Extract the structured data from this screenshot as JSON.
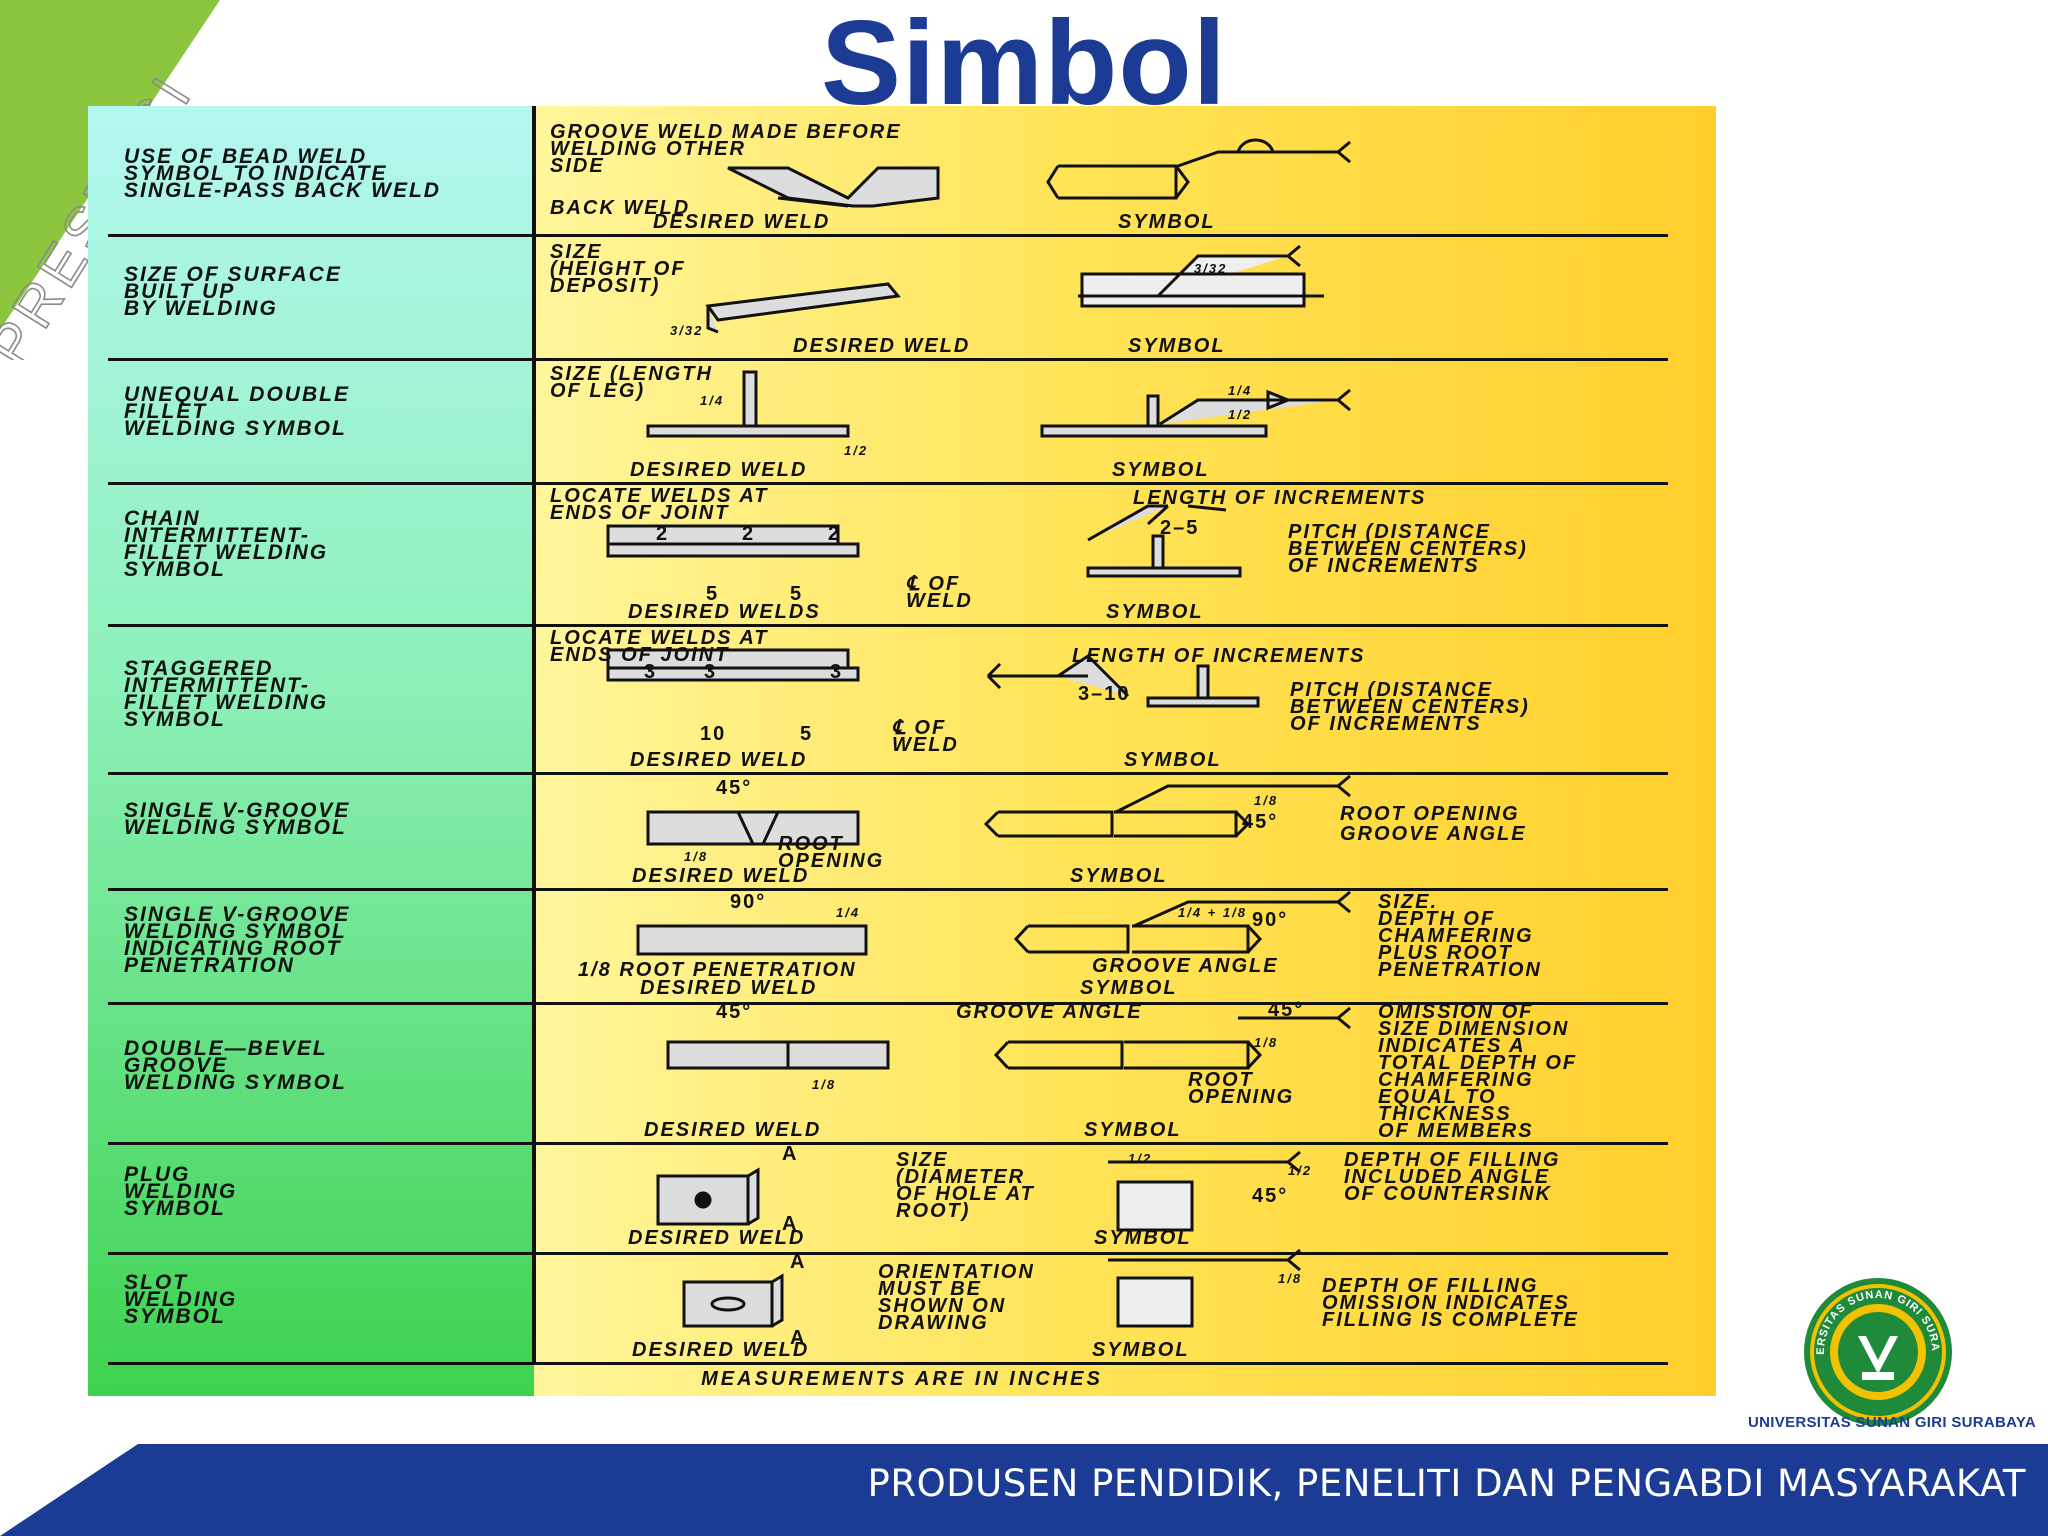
{
  "slide": {
    "title": "Simbol",
    "corner_watermark": "PRESTASI",
    "tagline": "PRODUSEN PENDIDIK, PENELITI DAN PENGABDI MASYARAKAT",
    "university": "UNIVERSITAS SUNAN GIRI SURABAYA",
    "logo_text": "UNIVERSITAS SUNAN GIRI SURABAYA",
    "colors": {
      "title": "#1c3b95",
      "band": "#1c3b95",
      "corner_green": "#8cc63f"
    }
  },
  "chart": {
    "footer": "MEASUREMENTS ARE IN INCHES",
    "rows": [
      {
        "name": "USE OF BEAD WELD\nSYMBOL TO INDICATE\nSINGLE-PASS BACK WELD",
        "labels": [
          "GROOVE WELD MADE BEFORE\nWELDING OTHER\nSIDE",
          "BACK WELD",
          "DESIRED WELD",
          "SYMBOL"
        ]
      },
      {
        "name": "SIZE OF SURFACE\nBUILT UP\nBY WELDING",
        "labels": [
          "SIZE\n(HEIGHT OF\nDEPOSIT)",
          "DESIRED WELD",
          "SYMBOL",
          "3/32",
          "3/32"
        ]
      },
      {
        "name": "UNEQUAL DOUBLE\nFILLET\nWELDING SYMBOL",
        "labels": [
          "SIZE (LENGTH\nOF LEG)",
          "DESIRED WELD",
          "SYMBOL",
          "1/4",
          "1/2",
          "1/4",
          "1/2"
        ]
      },
      {
        "name": "CHAIN\nINTERMITTENT-\nFILLET WELDING\nSYMBOL",
        "labels": [
          "LOCATE WELDS AT\nENDS OF JOINT",
          "2",
          "2",
          "2",
          "5",
          "5",
          "℄ OF\nWELD",
          "DESIRED WELDS",
          "LENGTH OF INCREMENTS",
          "2–5",
          "PITCH (DISTANCE\nBETWEEN CENTERS)\nOF INCREMENTS",
          "SYMBOL"
        ]
      },
      {
        "name": "STAGGERED\nINTERMITTENT-\nFILLET WELDING\nSYMBOL",
        "labels": [
          "LOCATE WELDS AT\nENDS OF JOINT",
          "3",
          "3",
          "3",
          "10",
          "5",
          "℄ OF\nWELD",
          "DESIRED WELD",
          "LENGTH OF INCREMENTS",
          "3–10",
          "PITCH (DISTANCE\nBETWEEN CENTERS)\nOF INCREMENTS",
          "SYMBOL"
        ]
      },
      {
        "name": "SINGLE V-GROOVE\nWELDING SYMBOL",
        "labels": [
          "45°",
          "1/8",
          "ROOT\nOPENING",
          "DESIRED WELD",
          "SYMBOL",
          "1/8",
          "45°",
          "ROOT OPENING",
          "GROOVE ANGLE"
        ]
      },
      {
        "name": "SINGLE V-GROOVE\nWELDING SYMBOL\nINDICATING ROOT\nPENETRATION",
        "labels": [
          "90°",
          "1/4",
          "1/8  ROOT PENETRATION",
          "DESIRED WELD",
          "1/4 + 1/8",
          "90°",
          "GROOVE ANGLE",
          "SYMBOL",
          "SIZE.\nDEPTH OF\nCHAMFERING\nPLUS ROOT\nPENETRATION"
        ]
      },
      {
        "name": "DOUBLE—BEVEL\nGROOVE\nWELDING SYMBOL",
        "labels": [
          "45°",
          "1/8",
          "DESIRED WELD",
          "GROOVE ANGLE",
          "45°",
          "1/8",
          "ROOT\nOPENING",
          "SYMBOL",
          "OMISSION OF\nSIZE DIMENSION\nINDICATES A\nTOTAL DEPTH OF\nCHAMFERING\nEQUAL TO\nTHICKNESS\nOF MEMBERS"
        ]
      },
      {
        "name": "PLUG\nWELDING\nSYMBOL",
        "labels": [
          "A",
          "A",
          "DESIRED WELD",
          "SIZE\n(DIAMETER\nOF HOLE AT\nROOT)",
          "1/2",
          "1/2",
          "45°",
          "SYMBOL",
          "DEPTH OF FILLING\nINCLUDED ANGLE\nOF COUNTERSINK"
        ]
      },
      {
        "name": "SLOT\nWELDING\nSYMBOL",
        "labels": [
          "A",
          "A",
          "DESIRED WELD",
          "ORIENTATION\nMUST BE\nSHOWN ON\nDRAWING",
          "1/8",
          "SYMBOL",
          "DEPTH OF FILLING\nOMISSION INDICATES\nFILLING IS COMPLETE"
        ]
      }
    ]
  }
}
